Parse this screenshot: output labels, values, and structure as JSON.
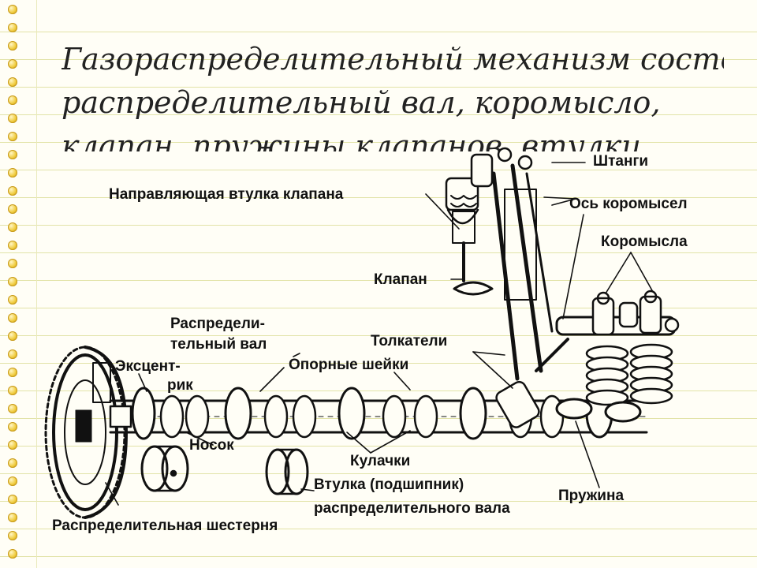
{
  "heading": {
    "line1": "Газораспределительный механизм состоит:",
    "line2": "распределительный вал, коромысло,",
    "line3": "клапан, пружины клапанов, втулки,"
  },
  "labels": {
    "rods": "Штанги",
    "valve_guide": "Направляющая втулка клапана",
    "rocker_axle": "Ось коромысел",
    "rockers": "Коромысла",
    "valve": "Клапан",
    "camshaft_1": "Распредели-",
    "camshaft_2": "тельный вал",
    "lifters": "Толкатели",
    "eccentric_1": "Эксцент-",
    "eccentric_2": "рик",
    "bearing_journals": "Опорные шейки",
    "nose": "Носок",
    "cams": "Кулачки",
    "bushing_1": "Втулка (подшипник)",
    "bushing_2": "распределительного вала",
    "spring": "Пружина",
    "timing_gear": "Распределительная шестерня"
  },
  "colors": {
    "ink": "#111111",
    "paper": "#fffef6",
    "ruled_line": "#e2e3a8",
    "ring": "#f0cb3c"
  }
}
